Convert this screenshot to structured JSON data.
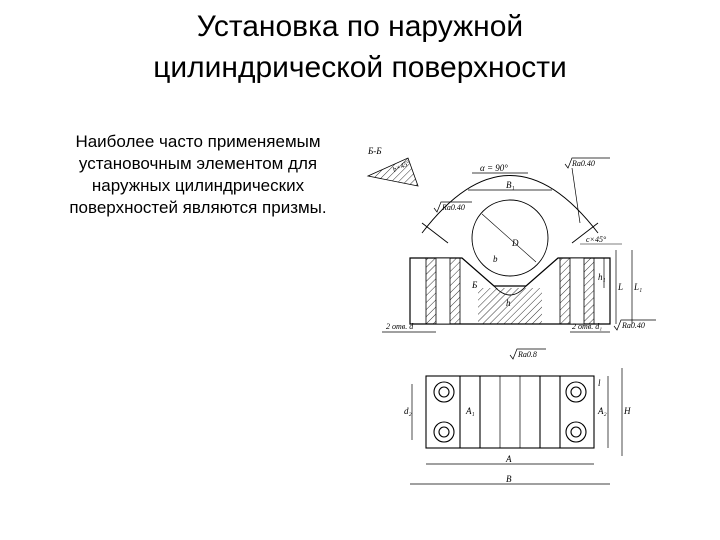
{
  "slide": {
    "title_line1": "Установка по наружной",
    "title_line2": "цилиндрической поверхности",
    "body_lines": [
      "Наиболее часто применяемым",
      "установочным элементом для",
      "наружных цилиндрических",
      "поверхностей являются призмы."
    ]
  },
  "drawing": {
    "section_label": "Б-Б",
    "angle_label": "α = 90°",
    "angle_small": "b×45°",
    "roughness_top_right": "Ra0.40",
    "roughness_left": "Ra0.40",
    "roughness_bottom_right": "Ra0.40",
    "roughness_base": "Ra0.8",
    "chamfer": "c×45°",
    "dim_B1": "B₁",
    "dim_D": "D",
    "dim_b": "b",
    "dim_h": "h",
    "dim_h1": "h₁",
    "dim_L": "L",
    "dim_L1": "L₁",
    "dim_holes_left": "2 отв. d",
    "dim_holes_right": "2 отв. d₁",
    "dim_A": "A",
    "dim_B": "B",
    "dim_A1": "A₁",
    "dim_A2": "A₂",
    "dim_d2": "d₂",
    "dim_H": "H",
    "dim_l": "l",
    "view_mark": "Б"
  }
}
